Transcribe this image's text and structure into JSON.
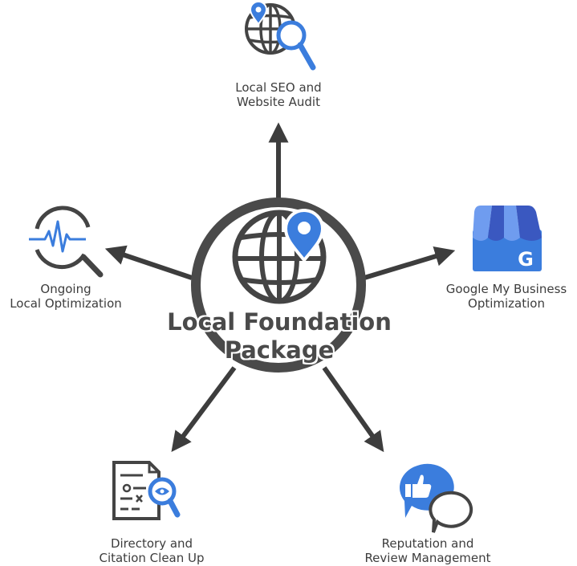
{
  "center": {
    "line1": "Local Foundation",
    "line2": "Package"
  },
  "nodes": {
    "seo_audit": {
      "line1": "Local SEO and",
      "line2": "Website Audit",
      "icon": "globe-search-icon"
    },
    "gmb": {
      "line1": "Google My Business",
      "line2": "Optimization",
      "icon": "google-my-business-icon"
    },
    "reputation": {
      "line1": "Reputation and",
      "line2": "Review Management",
      "icon": "speech-bubbles-icon"
    },
    "directory": {
      "line1": "Directory and",
      "line2": "Citation Clean Up",
      "icon": "document-search-icon"
    },
    "ongoing": {
      "line1": "Ongoing",
      "line2": "Local Optimization",
      "icon": "pulse-search-icon"
    }
  },
  "colors": {
    "dark": "#3d3d3d",
    "blue": "#3b7ddd",
    "awning_light": "#6f9cef",
    "awning_dark": "#3a58c0"
  }
}
